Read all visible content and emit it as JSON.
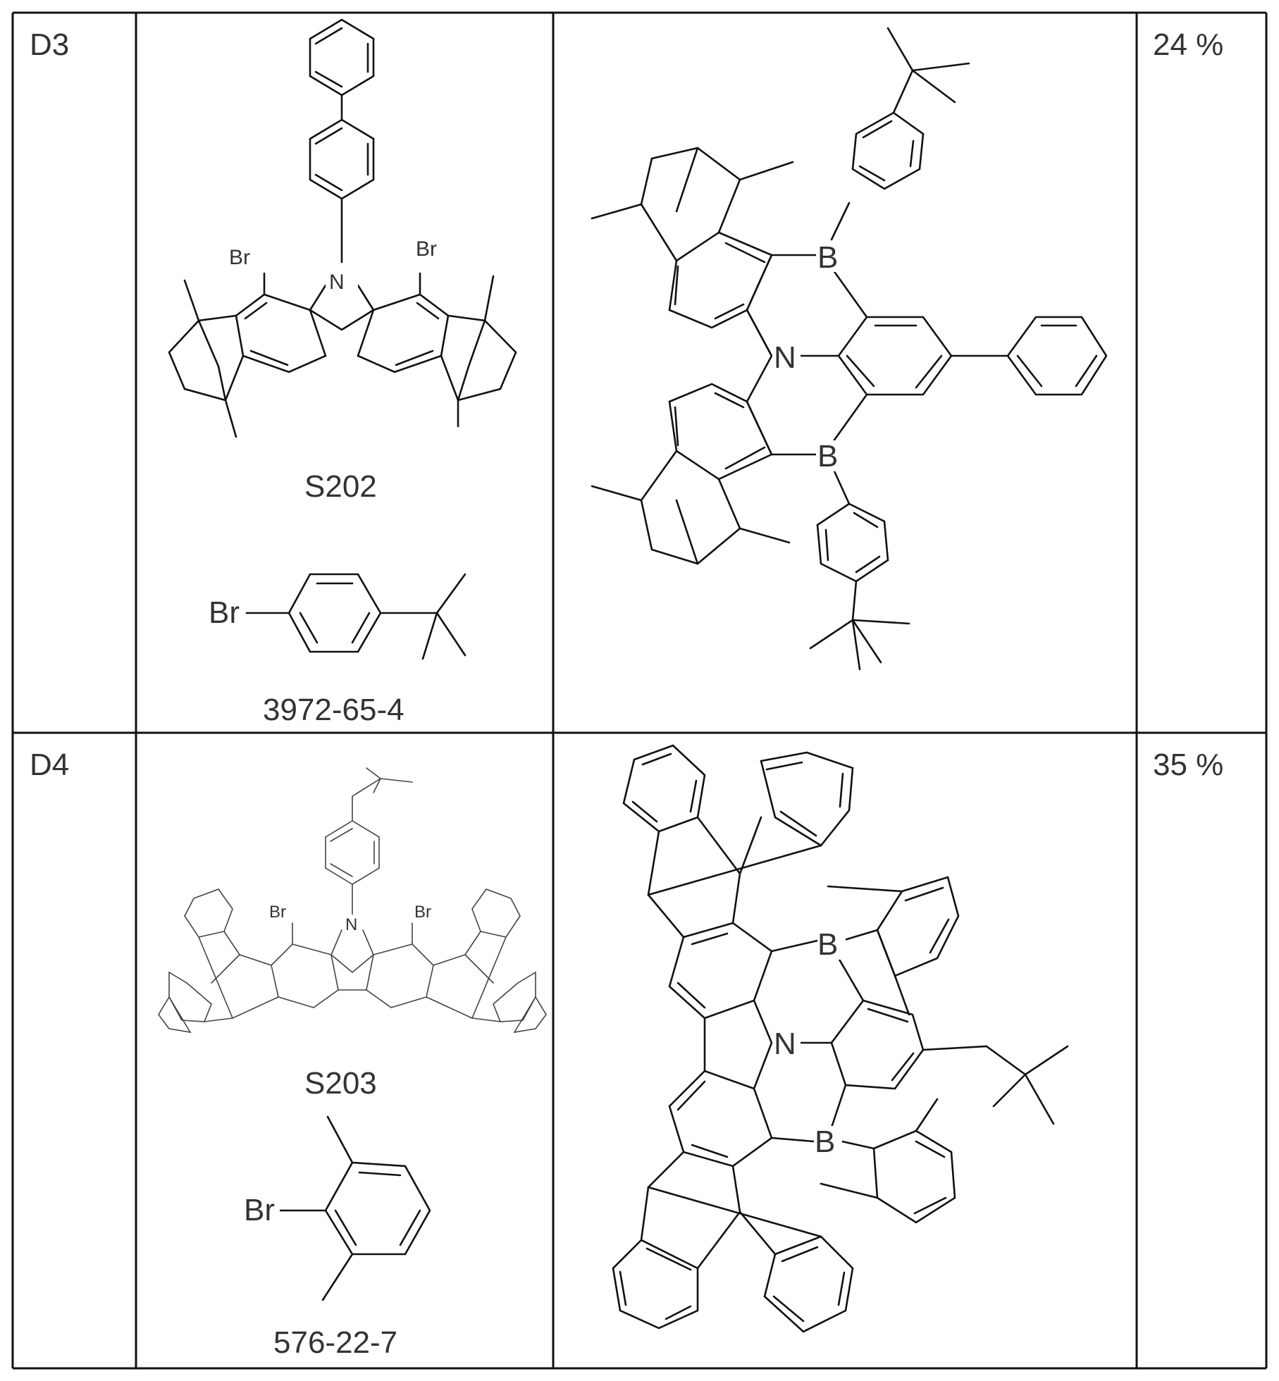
{
  "rows": [
    {
      "id": "D3",
      "reagent_1_label": "S202",
      "reagent_1_atoms": [
        "Br",
        "N",
        "Br"
      ],
      "reagent_2_label": "3972-65-4",
      "reagent_2_atoms": [
        "Br"
      ],
      "product_atoms": [
        "B",
        "N",
        "B"
      ],
      "yield": "24 %"
    },
    {
      "id": "D4",
      "reagent_1_label": "S203",
      "reagent_1_atoms": [
        "Br",
        "N",
        "Br"
      ],
      "reagent_2_label": "576-22-7",
      "reagent_2_atoms": [
        "Br"
      ],
      "product_atoms": [
        "B",
        "N",
        "B"
      ],
      "yield": "35 %"
    }
  ]
}
